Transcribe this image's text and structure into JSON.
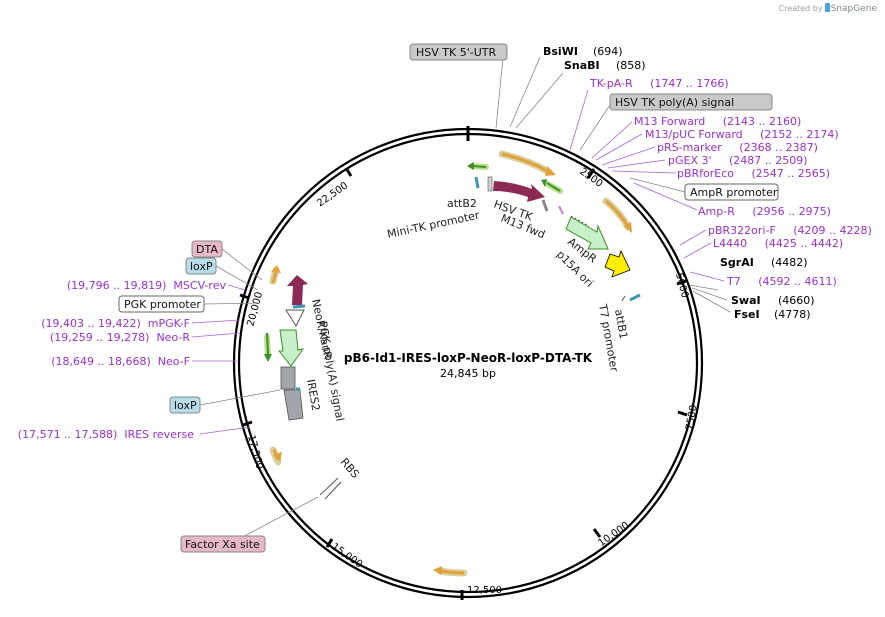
{
  "credit": {
    "prefix": "Created by",
    "brand": "SnapGene"
  },
  "plasmid": {
    "name": "pB6-Id1-IRES-loxP-NeoR-loxP-DTA-TK",
    "size": "24,845 bp"
  },
  "ticks": [
    "2500",
    "5000",
    "7500",
    "10,000",
    "12,500",
    "15,000",
    "17,500",
    "20,000",
    "22,500"
  ],
  "boxes": {
    "hsv_utr": "HSV TK 5'-UTR",
    "hsv_polya": "HSV TK poly(A) signal",
    "ampr_promoter": "AmpR promoter",
    "dta": "DTA",
    "loxp_top": "loxP",
    "pgk_promoter": "PGK promoter",
    "loxp_bottom": "loxP",
    "factor_xa": "Factor Xa site"
  },
  "enzymes": {
    "bsiwi": {
      "name": "BsiWI",
      "pos": "(694)"
    },
    "snabi": {
      "name": "SnaBI",
      "pos": "(858)"
    },
    "sgrai": {
      "name": "SgrAI",
      "pos": "(4482)"
    },
    "swai": {
      "name": "SwaI",
      "pos": "(4660)"
    },
    "fsei": {
      "name": "FseI",
      "pos": "(4778)"
    }
  },
  "primers_right": [
    "TK-pA-R     (1747 .. 1766)",
    "M13 Forward     (2143 .. 2160)",
    "M13/pUC Forward     (2152 .. 2174)",
    "pRS-marker     (2368 .. 2387)",
    "pGEX 3'     (2487 .. 2509)",
    "pBRforEco     (2547 .. 2565)",
    "Amp-R     (2956 .. 2975)",
    "pBR322ori-F     (4209 .. 4228)",
    "L4440     (4425 .. 4442)",
    "T7     (4592 .. 4611)"
  ],
  "primers_left": [
    "(19,796 .. 19,819)  MSCV-rev",
    "(19,403 .. 19,422)  mPGK-F",
    "(19,259 .. 19,278)  Neo-R",
    "(18,649 .. 18,668)  Neo-F",
    "(17,571 .. 17,588)  IRES reverse"
  ],
  "features": {
    "att_b2": "attB2",
    "mini_tk_promoter": "Mini-TK promoter",
    "hsv_tk": "HSV TK",
    "m13_fwd": "M13 fwd",
    "ampr": "AmpR",
    "p15a_ori": "p15A ori",
    "att_b1": "attB1",
    "t7_promoter": "T7 promoter",
    "neor_kanr": "NeoR/KanR",
    "pgk_polya": "PGK poly(A) signal",
    "ires2": "IRES2",
    "rbs": "RBS"
  },
  "colors": {
    "hsv_tk": "#8b2a55",
    "neor": "#8b2a55",
    "ampr": "#c8f0c8",
    "ori": "#ffee00",
    "ires": "#a0a6ab",
    "primer": "#9b30d0",
    "orf": "#e3a13a",
    "orf_green": "#3c8f2a",
    "box_gray": "#c7c9cb",
    "box_pink": "#e7b9c8",
    "box_blue": "#b9dcea"
  }
}
